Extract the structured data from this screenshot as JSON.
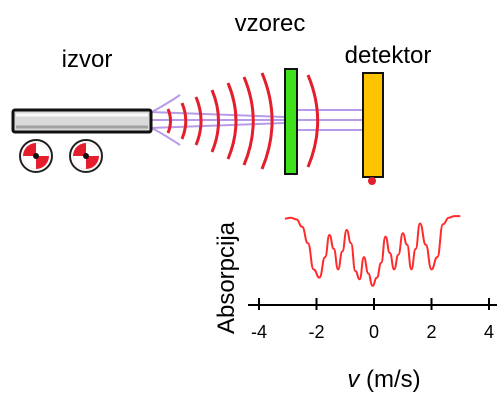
{
  "labels": {
    "source": "izvor",
    "sample": "vzorec",
    "detector": "detektor",
    "y_axis": "Absorpcija",
    "x_axis_symbol": "v",
    "x_axis_unit": " (m/s)"
  },
  "colors": {
    "source_body": "#d9d9d9",
    "wheel": "#e41e2d",
    "beam": "#b79be8",
    "wavefront": "#e41e2d",
    "sample": "#3fe21a",
    "detector": "#ffc400",
    "spectrum": "#ff2a2a",
    "axis": "#000000"
  },
  "chart_data": {
    "type": "line",
    "title": "",
    "xlabel": "v (m/s)",
    "ylabel": "Absorpcija",
    "xlim": [
      -4.4,
      4.4
    ],
    "x_ticks": [
      -4,
      -2,
      0,
      2,
      4
    ],
    "tick_labels": [
      "-4",
      "-2",
      "0",
      "2",
      "4"
    ],
    "ylim": [
      0,
      1
    ],
    "series": [
      {
        "x": [
          -3.1,
          -2.9,
          -2.7,
          -2.5,
          -2.3,
          -2.1,
          -1.9,
          -1.7,
          -1.55,
          -1.4,
          -1.25,
          -1.1,
          -0.95,
          -0.8,
          -0.65,
          -0.5,
          -0.35,
          -0.2,
          -0.05,
          0.1,
          0.25,
          0.4,
          0.55,
          0.7,
          0.85,
          1.0,
          1.15,
          1.3,
          1.45,
          1.6,
          1.8,
          2.0,
          2.2,
          2.4,
          2.6,
          2.8,
          3.0
        ],
        "y": [
          0.92,
          0.93,
          0.91,
          0.82,
          0.62,
          0.3,
          0.2,
          0.45,
          0.72,
          0.55,
          0.3,
          0.52,
          0.78,
          0.62,
          0.28,
          0.18,
          0.45,
          0.25,
          0.1,
          0.2,
          0.38,
          0.7,
          0.5,
          0.3,
          0.48,
          0.74,
          0.6,
          0.3,
          0.55,
          0.86,
          0.6,
          0.3,
          0.45,
          0.85,
          0.93,
          0.95,
          0.95
        ]
      }
    ]
  }
}
